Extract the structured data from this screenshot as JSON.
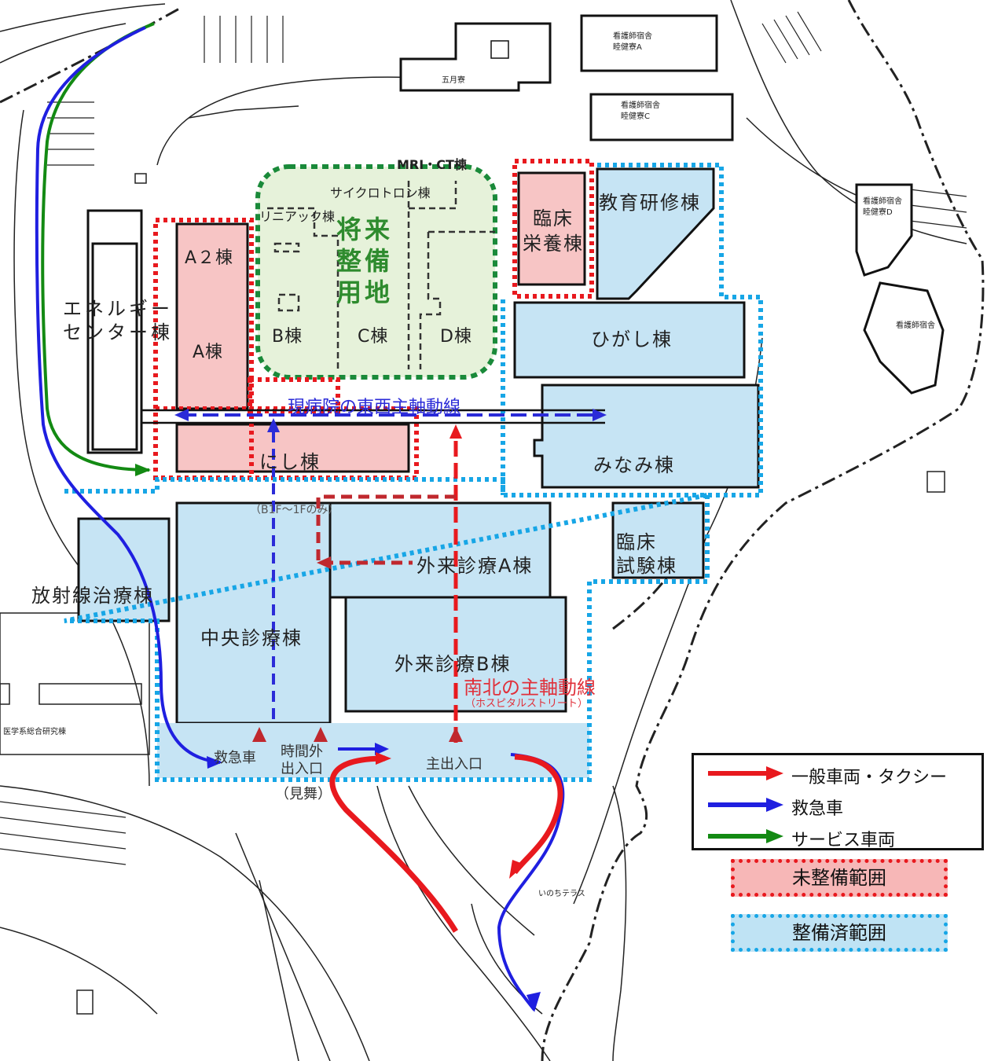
{
  "buildings": {
    "gogatsu": "五月寮",
    "dorm_a": "看護師宿舎\n睦健寮A",
    "dorm_c": "看護師宿舎\n睦健寮C",
    "dorm_d": "看護師宿舎\n睦健寮D",
    "dorm_e": "看護師宿舎",
    "mri_ct": "MRI・CT棟",
    "cyclotron": "サイクロトロン棟",
    "linac": "リニアック棟",
    "future": "将来\n整備\n用地",
    "b": "B棟",
    "c": "C棟",
    "d": "D棟",
    "a2": "A２棟",
    "a": "A棟",
    "energy": "エネルギー\nセンター棟",
    "rinsho_eiyo": "臨床\n栄養棟",
    "kyoiku": "教育研修棟",
    "higashi": "ひがし棟",
    "minami": "みなみ棟",
    "nishi": "にし棟",
    "chuo": "中央診療棟",
    "gairai_a": "外来診療A棟",
    "gairai_b": "外来診療B棟",
    "rinsho_shiken": "臨床\n試験棟",
    "hoshasen": "放射線治療棟",
    "igaku": "医学系総合研究棟",
    "inochi": "いのちテラス"
  },
  "annotations": {
    "east_west": "現病院の東西主軸動線",
    "north_south": "南北の主軸動線",
    "hospital_street": "（ホスピタルストリート）",
    "floor_note": "（B1F～1Fのみ）"
  },
  "entrances": {
    "emergency": "救急車",
    "after_hours": "時間外\n出入口",
    "visit": "（見舞）",
    "main": "主出入口"
  },
  "legend": {
    "items": [
      {
        "label": "一般車両・タクシー",
        "color": "#e8191e"
      },
      {
        "label": "救急車",
        "color": "#1f1fe0"
      },
      {
        "label": "サービス車両",
        "color": "#138a13"
      }
    ],
    "undeveloped": {
      "label": "未整備範囲",
      "border": "#e8191e",
      "fill": "#f7b7b7"
    },
    "developed": {
      "label": "整備済範囲",
      "border": "#17a6e6",
      "fill": "#bfe3f4"
    }
  },
  "colors": {
    "pink_fill": "#f7c5c5",
    "blue_fill": "#c6e4f4",
    "green_fill": "#e6f2da",
    "future_text": "#2e8b2e",
    "blue_text": "#2b2bd8",
    "red_text": "#e0303a"
  }
}
